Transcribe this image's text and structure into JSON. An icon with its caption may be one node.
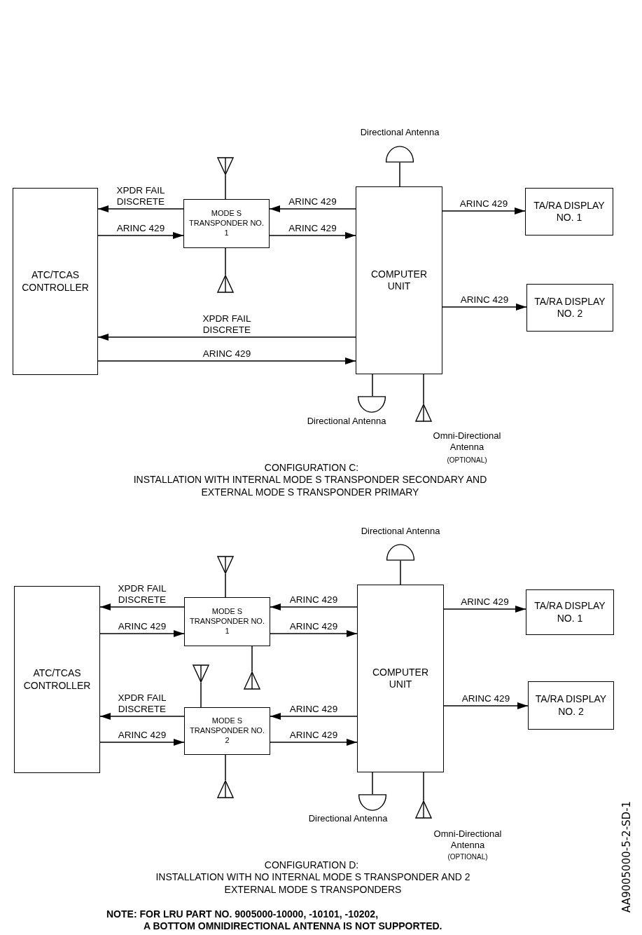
{
  "diagram": {
    "nodes": [
      {
        "text": [
          "ATC/TCAS CONTROLLER"
        ]
      },
      {
        "text": [
          "MODE S TRANSPONDER NO. 1"
        ]
      },
      {
        "text": [
          "COMPUTER UNIT"
        ]
      },
      {
        "text": [
          "TA/RA DISPLAY NO. 1"
        ]
      },
      {
        "text": [
          "TA/RA DISPLAY NO. 2"
        ]
      },
      {
        "text": [],
        "shape": "triangle"
      },
      {
        "text": [],
        "shape": "triangle"
      },
      {
        "text": [],
        "shape": "semicircle",
        "beside": [
          "Directional Antenna"
        ]
      },
      {
        "text": [],
        "shape": "semicircle",
        "beside": [
          "Directional Antenna"
        ]
      },
      {
        "text": [],
        "shape": "triangle",
        "beside": [
          "Omni-Directional Antenna",
          "(OPTIONAL)"
        ]
      },
      {
        "text": [
          "ATC/TCAS CONTROLLER"
        ]
      },
      {
        "text": [
          "MODE S TRANSPONDER NO. 1"
        ]
      },
      {
        "text": [
          "MODE S TRANSPONDER NO. 2"
        ]
      },
      {
        "text": [
          "COMPUTER UNIT"
        ]
      },
      {
        "text": [
          "TA/RA DISPLAY NO. 1"
        ]
      },
      {
        "text": [
          "TA/RA DISPLAY NO. 2"
        ]
      },
      {
        "text": [],
        "shape": "triangle"
      },
      {
        "text": [],
        "shape": "triangle"
      },
      {
        "text": [],
        "shape": "triangle"
      },
      {
        "text": [],
        "shape": "triangle"
      },
      {
        "text": [],
        "shape": "semicircle",
        "beside": [
          "Directional Antenna"
        ]
      },
      {
        "text": [],
        "shape": "semicircle",
        "beside": [
          "Directional Antenna"
        ]
      },
      {
        "text": [],
        "shape": "triangle",
        "beside": [
          "Omni-Directional Antenna",
          "(OPTIONAL)"
        ]
      }
    ],
    "edges": [
      {
        "from": 1,
        "to": 0,
        "arrow": "to",
        "label": "XPDR FAIL DISCRETE"
      },
      {
        "from": 0,
        "to": 1,
        "arrow": "to",
        "label": "ARINC 429"
      },
      {
        "from": 2,
        "to": 1,
        "arrow": "to",
        "label": "ARINC 429"
      },
      {
        "from": 1,
        "to": 2,
        "arrow": "to",
        "label": "ARINC 429"
      },
      {
        "from": 2,
        "to": 3,
        "arrow": "to",
        "label": "ARINC 429"
      },
      {
        "from": 2,
        "to": 4,
        "arrow": "to",
        "label": "ARINC 429"
      },
      {
        "from": 2,
        "to": 0,
        "arrow": "to",
        "label": "XPDR FAIL DISCRETE"
      },
      {
        "from": 0,
        "to": 2,
        "arrow": "to",
        "label": "ARINC 429"
      },
      {
        "from": 5,
        "to": 1,
        "arrow": "none"
      },
      {
        "from": 1,
        "to": 6,
        "arrow": "none"
      },
      {
        "from": 7,
        "to": 2,
        "arrow": "none"
      },
      {
        "from": 2,
        "to": 8,
        "arrow": "none"
      },
      {
        "from": 2,
        "to": 9,
        "arrow": "none"
      },
      {
        "from": 11,
        "to": 10,
        "arrow": "to",
        "label": "XPDR FAIL DISCRETE"
      },
      {
        "from": 10,
        "to": 11,
        "arrow": "to",
        "label": "ARINC 429"
      },
      {
        "from": 13,
        "to": 11,
        "arrow": "to",
        "label": "ARINC 429"
      },
      {
        "from": 11,
        "to": 13,
        "arrow": "to",
        "label": "ARINC 429"
      },
      {
        "from": 12,
        "to": 10,
        "arrow": "to",
        "label": "XPDR FAIL DISCRETE"
      },
      {
        "from": 10,
        "to": 12,
        "arrow": "to",
        "label": "ARINC 429"
      },
      {
        "from": 13,
        "to": 12,
        "arrow": "to",
        "label": "ARINC 429"
      },
      {
        "from": 12,
        "to": 13,
        "arrow": "to",
        "label": "ARINC 429"
      },
      {
        "from": 13,
        "to": 14,
        "arrow": "to",
        "label": "ARINC 429"
      },
      {
        "from": 13,
        "to": 15,
        "arrow": "to",
        "label": "ARINC 429"
      },
      {
        "from": 16,
        "to": 11,
        "arrow": "none"
      },
      {
        "from": 11,
        "to": 17,
        "arrow": "none"
      },
      {
        "from": 18,
        "to": 12,
        "arrow": "none"
      },
      {
        "from": 12,
        "to": 19,
        "arrow": "none"
      },
      {
        "from": 20,
        "to": 13,
        "arrow": "none"
      },
      {
        "from": 13,
        "to": 21,
        "arrow": "none"
      },
      {
        "from": 13,
        "to": 22,
        "arrow": "none"
      }
    ],
    "labels": [
      "CONFIGURATION C:",
      "INSTALLATION WITH INTERNAL MODE S TRANSPONDER SECONDARY AND EXTERNAL MODE S TRANSPONDER PRIMARY",
      "CONFIGURATION D:",
      "INSTALLATION WITH NO INTERNAL MODE S TRANSPONDER AND 2 EXTERNAL MODE S TRANSPONDERS",
      "NOTE: FOR LRU PART NO. 9005000-10000, -10101, -10202,",
      "A BOTTOM OMNIDIRECTIONAL ANTENNA IS NOT SUPPORTED.",
      "AA9005000-5-2-SD-1"
    ]
  }
}
